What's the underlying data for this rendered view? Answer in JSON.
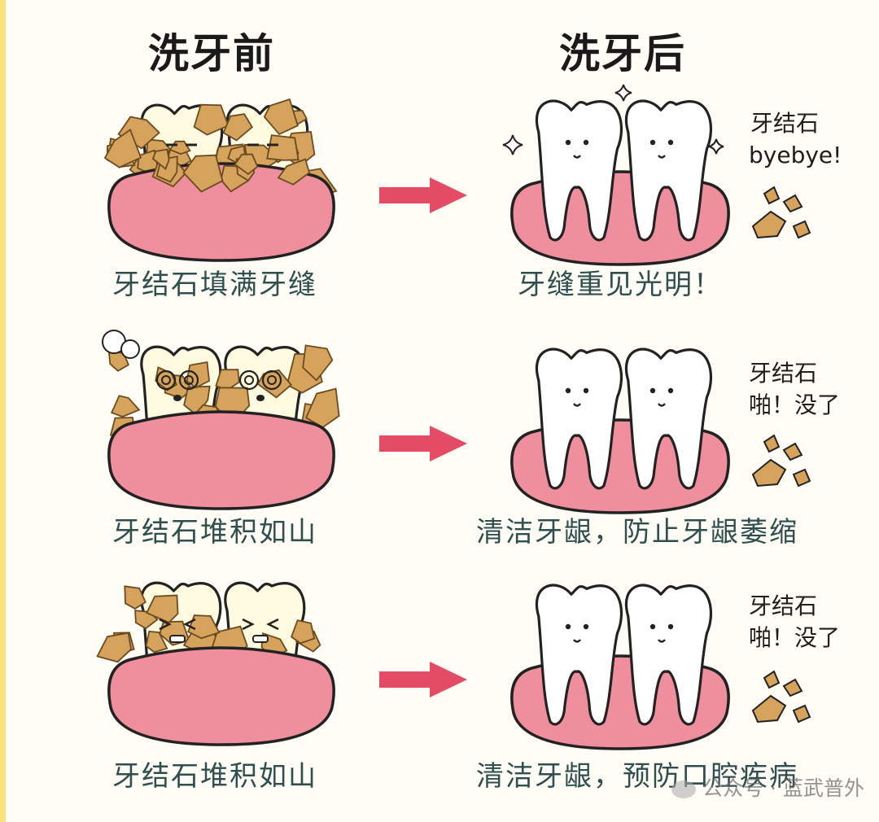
{
  "headers": {
    "before": "洗牙前",
    "after": "洗牙后"
  },
  "rows": [
    {
      "before_caption": "牙结石填满牙缝",
      "after_caption": "牙缝重见光明！",
      "note_line1": "牙结石",
      "note_line2": "byebye!"
    },
    {
      "before_caption": "牙结石堆积如山",
      "after_caption": "清洁牙龈，防止牙龈萎缩",
      "note_line1": "牙结石",
      "note_line2": "啪！没了"
    },
    {
      "before_caption": "牙结石堆积如山",
      "after_caption": "清洁牙龈，预防口腔疾病",
      "note_line1": "牙结石",
      "note_line2": "啪！没了"
    }
  ],
  "watermark": "公众号 · 蓝武普外",
  "colors": {
    "gum": "#ef8e9c",
    "gum_outline": "#222222",
    "tooth": "#ffffff",
    "tartar": "#d6a35c",
    "tartar_light": "#f3e3a6",
    "arrow": "#e44b64",
    "left_edge": "#fbe27a",
    "caption_text": "#2f4f4f"
  },
  "icons": [
    "tooth-icon",
    "gum-icon",
    "tartar-icon",
    "arrow-right-icon",
    "sparkle-icon",
    "dizzy-icon",
    "tartar-fragment-icon"
  ]
}
